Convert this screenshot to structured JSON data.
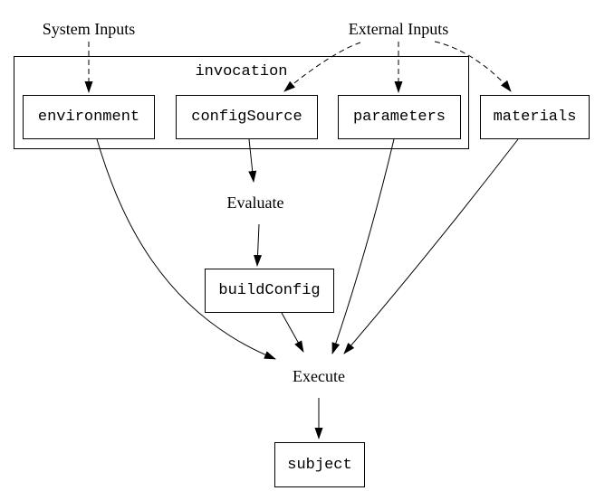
{
  "diagram": {
    "background_color": "#ffffff",
    "line_color": "#000000",
    "cluster": {
      "label": "invocation"
    },
    "nodes": {
      "environment": "environment",
      "configSource": "configSource",
      "parameters": "parameters",
      "materials": "materials",
      "buildConfig": "buildConfig",
      "subject": "subject"
    },
    "labels": {
      "system_inputs": "System Inputs",
      "external_inputs": "External Inputs",
      "evaluate": "Evaluate",
      "execute": "Execute"
    },
    "edges": [
      {
        "from": "System Inputs",
        "to": "environment",
        "style": "dashed"
      },
      {
        "from": "External Inputs",
        "to": "configSource",
        "style": "dashed"
      },
      {
        "from": "External Inputs",
        "to": "parameters",
        "style": "dashed"
      },
      {
        "from": "External Inputs",
        "to": "materials",
        "style": "dashed"
      },
      {
        "from": "configSource",
        "to": "Evaluate",
        "style": "solid"
      },
      {
        "from": "Evaluate",
        "to": "buildConfig",
        "style": "solid"
      },
      {
        "from": "environment",
        "to": "Execute",
        "style": "solid"
      },
      {
        "from": "buildConfig",
        "to": "Execute",
        "style": "solid"
      },
      {
        "from": "parameters",
        "to": "Execute",
        "style": "solid"
      },
      {
        "from": "materials",
        "to": "Execute",
        "style": "solid"
      },
      {
        "from": "Execute",
        "to": "subject",
        "style": "solid"
      }
    ]
  }
}
